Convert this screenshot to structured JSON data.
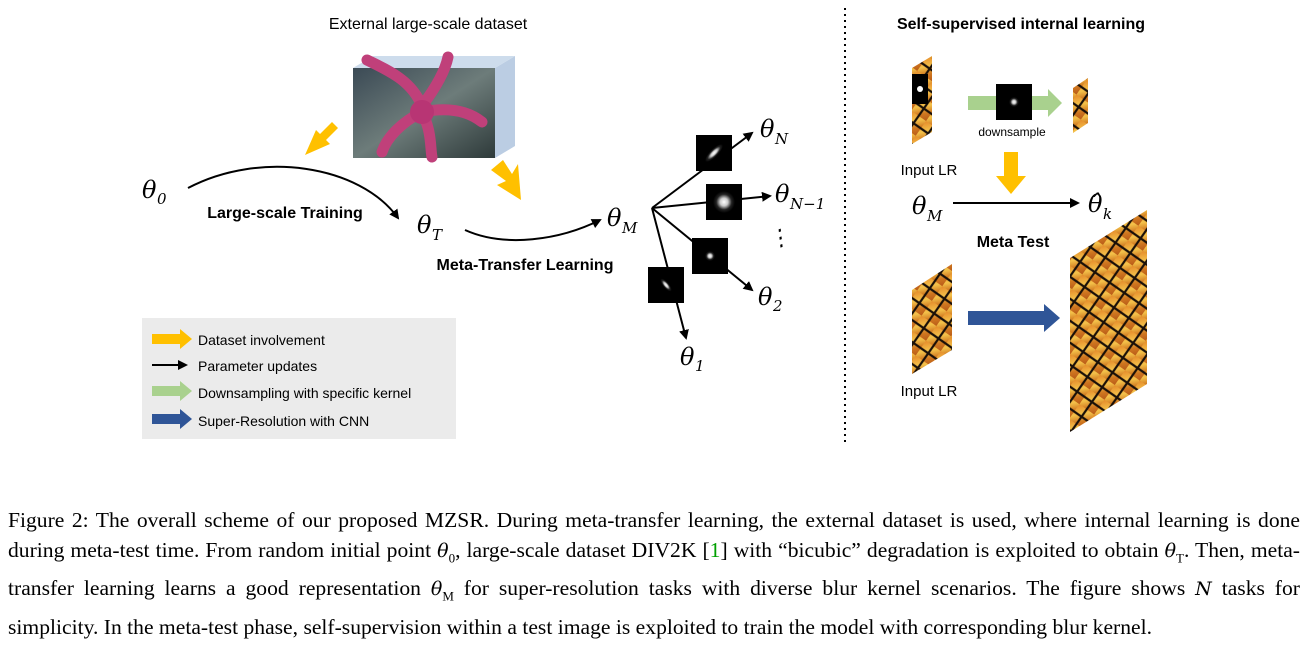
{
  "colors": {
    "dataset_arrow": "#FFC000",
    "param_arrow": "#000000",
    "downsample_arrow": "#A9D18E",
    "sr_arrow": "#2F5597",
    "legend_bg": "#EBEBEB"
  },
  "left": {
    "dataset_label": "External large-scale dataset",
    "theta_0": "θ",
    "theta_0_sub": "0",
    "large_scale_training": "Large-scale Training",
    "theta_T": "θ",
    "theta_T_sub": "T",
    "meta_transfer": "Meta-Transfer Learning",
    "theta_M": "θ",
    "theta_M_sub": "M",
    "theta_N": "θ",
    "theta_N_sub": "N",
    "theta_N1": "θ",
    "theta_N1_sub": "N−1",
    "theta_2": "θ",
    "theta_2_sub": "2",
    "theta_1": "θ",
    "theta_1_sub": "1",
    "dots": "⋮"
  },
  "legend": {
    "items": [
      {
        "label": "Dataset involvement",
        "icon": "yellow-arrow"
      },
      {
        "label": "Parameter updates",
        "icon": "black-arrow"
      },
      {
        "label": "Downsampling with specific kernel",
        "icon": "green-arrow"
      },
      {
        "label": "Super-Resolution with CNN",
        "icon": "blue-arrow"
      }
    ]
  },
  "right": {
    "title": "Self-supervised internal learning",
    "downsample": "downsample",
    "input_lr_top": "Input LR",
    "theta_M": "θ",
    "theta_M_sub": "M",
    "theta_hat": "θ̂",
    "theta_hat_sub": "k",
    "meta_test": "Meta Test",
    "input_lr_bottom": "Input LR"
  },
  "caption": {
    "p1": "Figure 2: The overall scheme of our proposed MZSR. During meta-transfer learning, the external dataset is used, where internal learning is done during meta-test time. From random initial point ",
    "theta0": "θ",
    "theta0_sub": "0",
    "p2": ", large-scale dataset DIV2K [",
    "ref": "1",
    "p3": "] with “bicubic” degradation is exploited to obtain ",
    "thetaT": "θ",
    "thetaT_sub": "T",
    "p4": ". Then, meta-transfer learning learns a good representation ",
    "thetaM": "θ",
    "thetaM_sub": "M",
    "p5": " for super-resolution tasks with diverse blur kernel scenarios. The figure shows ",
    "N": "N",
    "p6": " tasks for simplicity. In the meta-test phase, self-supervision within a test image is exploited to train the model with corresponding blur kernel."
  }
}
